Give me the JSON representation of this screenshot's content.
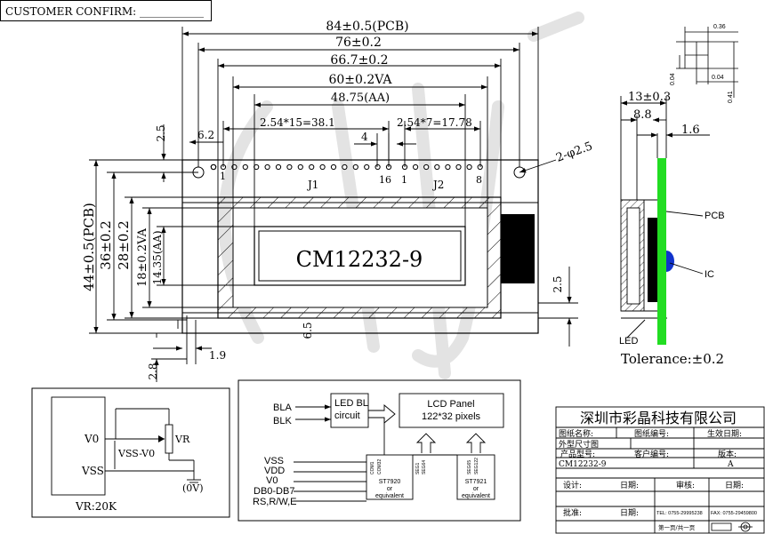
{
  "header": {
    "customer_confirm": "CUSTOMER CONFIRM: ____________"
  },
  "dimensions": {
    "pcb_width": "84±0.5(PCB)",
    "w76": "76±0.2",
    "w667": "66.7±0.2",
    "va_width": "60±0.2VA",
    "aa_width": "48.75(AA)",
    "pitch_j1": "2.54*15=38.1",
    "pitch_j2": "2.54*7=17.78",
    "d62": "6.2",
    "d4": "4",
    "d25_top": "2.5",
    "hole": "2-φ2.5",
    "pcb_height": "44±0.5(PCB)",
    "h36": "36±0.2",
    "h28": "28±0.2",
    "va_height": "18±0.2VA",
    "aa_height": "14.35(AA)",
    "d25_right": "2.5",
    "d65": "6.5",
    "d28": "2.8",
    "d19": "1.9"
  },
  "connector": {
    "j1": "J1",
    "j2": "J2",
    "j1_start": "1",
    "j1_end": "16",
    "j2_start": "1",
    "j2_end": "8"
  },
  "lcd": {
    "model": "CM12232-9"
  },
  "side_view": {
    "d13": "13±0.3",
    "d88": "8.8",
    "d16": "1.6",
    "pcb": "PCB",
    "ic": "IC",
    "led": "LED",
    "tolerance": "Tolerance:±0.2",
    "pix_036": "0.36",
    "pix_004a": "0.04",
    "pix_004b": "0.04",
    "pix_041": "0.41"
  },
  "circuit": {
    "v0": "V0",
    "vss": "VSS",
    "vss_v0": "VSS-V0",
    "vr": "VR",
    "ground": "(0V)",
    "vr_value": "VR:20K"
  },
  "block": {
    "bla": "BLA",
    "blk": "BLK",
    "led_bl": "LED BL",
    "circuit": "circuit",
    "lcd_panel": "LCD   Panel",
    "pixels": "122*32 pixels",
    "vss": "VSS",
    "vdd": "VDD",
    "v0": "V0",
    "db": "DB0-DB7",
    "rs": "RS,R/W,E",
    "st7920": "ST7920",
    "st7921": "ST7921",
    "or1": "or",
    "or2": "or",
    "equiv1": "equivalent",
    "equiv2": "equivalent",
    "com1": "COM1",
    "com32": "COM32",
    "seg1": "SEG1",
    "seg64": "SEG64",
    "seg65": "SEG65",
    "seg122": "SEG122"
  },
  "title_block": {
    "company": "深圳市彩晶科技有限公司",
    "drawing_name_label": "图纸名称:",
    "drawing_no_label": "图纸编号:",
    "effective_date_label": "生效日期:",
    "outline_label": "外型尺寸图",
    "product_model_label": "产品型号:",
    "customer_no_label": "客户编号:",
    "version_label": "版本:",
    "model_value": "CM12232-9",
    "version_value": "A",
    "design_label": "设计:",
    "date_label1": "日期:",
    "review_label": "审核:",
    "date_label2": "日期:",
    "approve_label": "批准:",
    "date_label3": "日期:",
    "tel": "TEL: 0755-29995238",
    "fax": "FAX: 0755-29459800",
    "page": "第一页/共一页"
  }
}
